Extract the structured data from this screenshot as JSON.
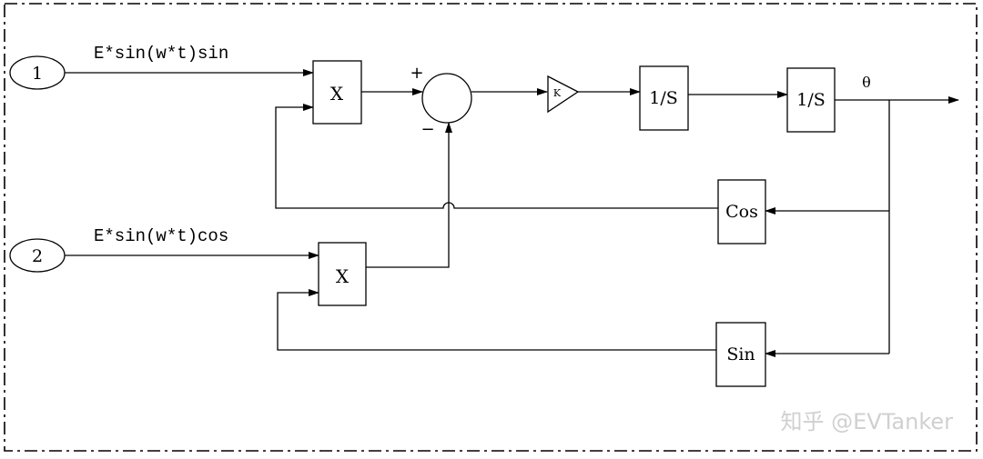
{
  "ports": {
    "in1": "1",
    "in2": "2"
  },
  "signals": {
    "in1_label": "E*sin(w*t)sin",
    "in2_label": "E*sin(w*t)cos",
    "theta": "θ"
  },
  "summer": {
    "plus": "+",
    "minus": "−"
  },
  "blocks": {
    "mult1": "X",
    "mult2": "X",
    "gain": "K",
    "int1": "1/S",
    "int2": "1/S",
    "cos": "Cos",
    "sin": "Sin"
  },
  "watermark": "知乎 @EVTanker"
}
